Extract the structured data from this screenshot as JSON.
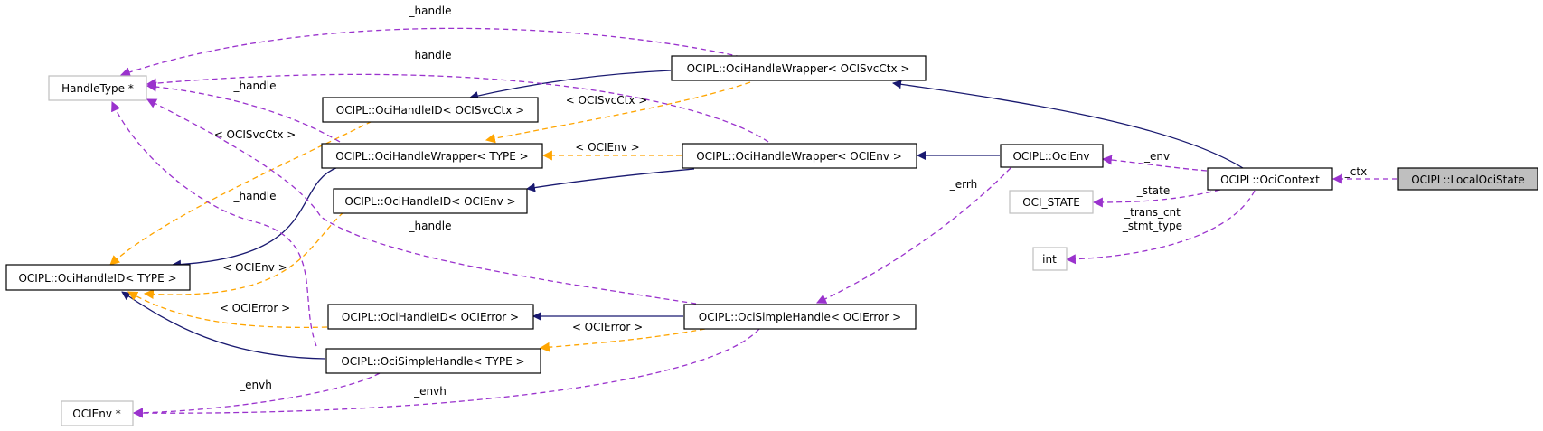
{
  "colors": {
    "background": "#ffffff",
    "inheritance_edge": "#191970",
    "usage_edge": "#9a32cd",
    "template_edge": "#ffa500",
    "node_border": "#000000",
    "external_node_border": "#bfbfbf",
    "highlight_fill": "#bfbfbf"
  },
  "nodes": {
    "local_oci_state": "OCIPL::LocalOciState",
    "oci_context": "OCIPL::OciContext",
    "oci_env": "OCIPL::OciEnv",
    "oci_state": "OCI_STATE",
    "int_type": "int",
    "wrapper_svcctx": "OCIPL::OciHandleWrapper< OCISvcCtx >",
    "wrapper_env": "OCIPL::OciHandleWrapper< OCIEnv >",
    "wrapper_type": "OCIPL::OciHandleWrapper< TYPE >",
    "handleid_svcctx": "OCIPL::OciHandleID< OCISvcCtx >",
    "handleid_env": "OCIPL::OciHandleID< OCIEnv >",
    "handleid_type": "OCIPL::OciHandleID< TYPE >",
    "handleid_error": "OCIPL::OciHandleID< OCIError >",
    "simple_error": "OCIPL::OciSimpleHandle< OCIError >",
    "simple_type": "OCIPL::OciSimpleHandle< TYPE >",
    "handle_type_ptr": "HandleType *",
    "oci_env_ptr": "OCIEnv *"
  },
  "edge_labels": {
    "ctx": "_ctx",
    "env": "_env",
    "state": "_state",
    "trans_cnt": "_trans_cnt",
    "stmt_type": "_stmt_type",
    "errh": "_errh",
    "handle_1": "_handle",
    "handle_2": "_handle",
    "handle_3": "_handle",
    "handle_4": "_handle",
    "handle_5": "_handle",
    "envh_1": "_envh",
    "envh_2": "_envh",
    "tmpl_svcctx_1": "< OCISvcCtx >",
    "tmpl_svcctx_2": "< OCISvcCtx >",
    "tmpl_env_1": "< OCIEnv >",
    "tmpl_env_2": "< OCIEnv >",
    "tmpl_error_1": "< OCIError >",
    "tmpl_error_2": "< OCIError >"
  }
}
